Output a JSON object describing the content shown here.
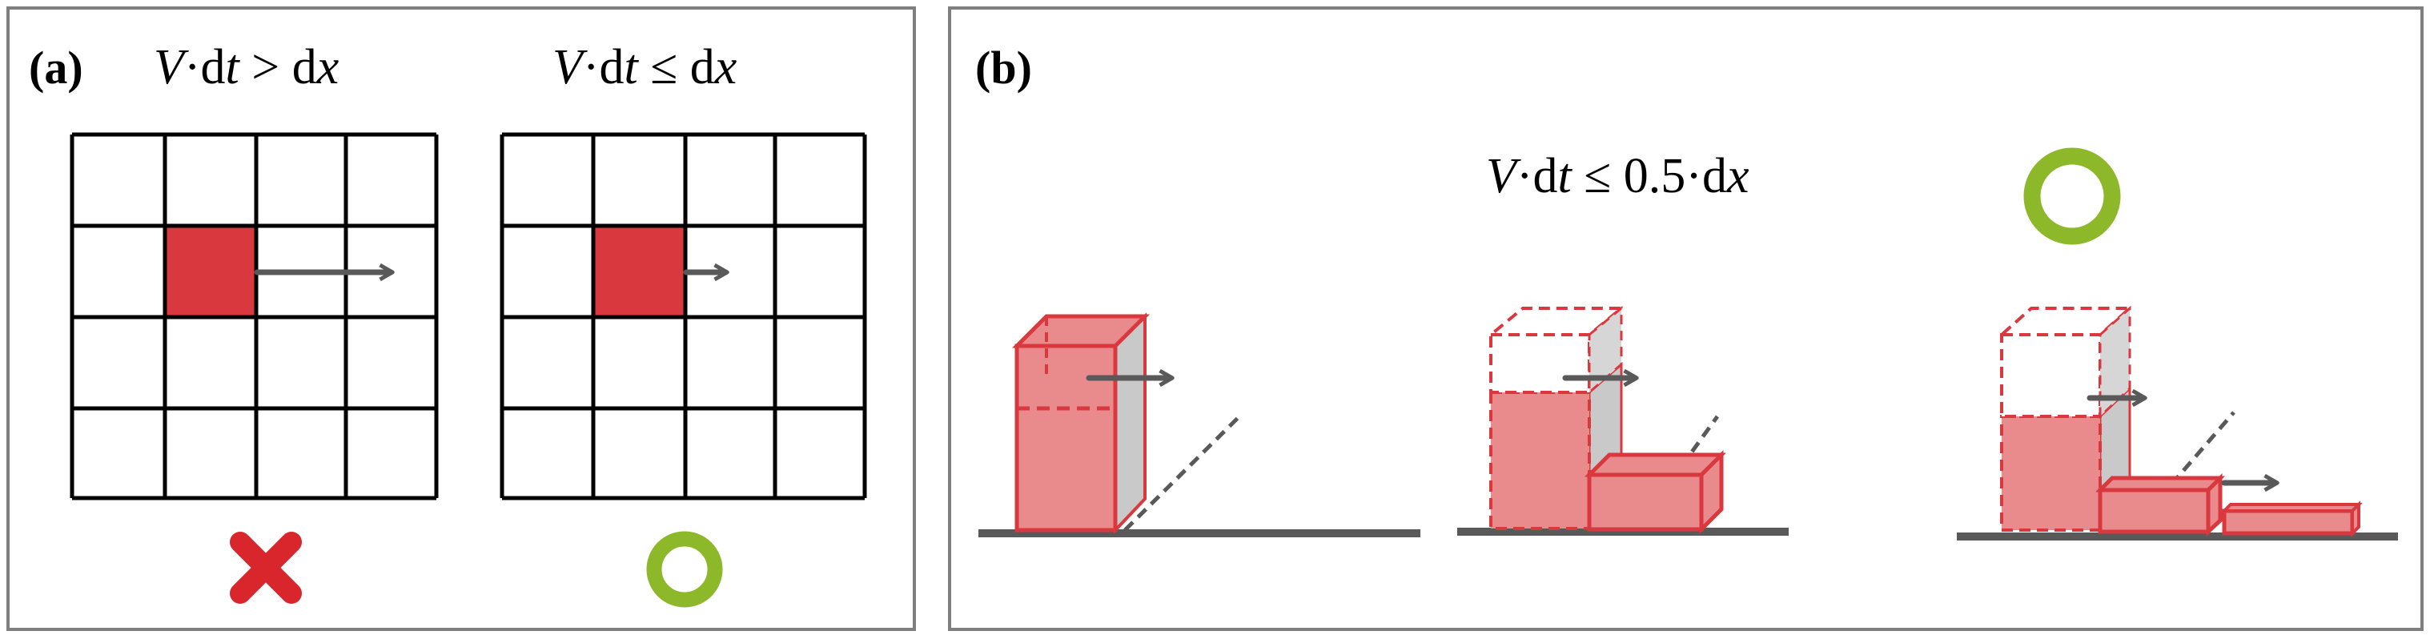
{
  "panel_a": {
    "label": "(a)",
    "left": {
      "condition_parts": [
        "V",
        "·d",
        "t",
        " > d",
        "x"
      ],
      "verdict": "cross-icon"
    },
    "right": {
      "condition_parts": [
        "V",
        "·d",
        "t",
        " ≤ d",
        "x"
      ],
      "verdict": "circle-icon"
    }
  },
  "panel_b": {
    "label": "(b)",
    "condition_parts": [
      "V",
      "·d",
      "t",
      " ≤ 0.5·d",
      "x"
    ],
    "verdict": "circle-icon"
  },
  "colors": {
    "cell_fill": "#d9393e",
    "block_fill": "#e98a8d",
    "block_edge": "#d9393e",
    "arrow": "#595959",
    "cross": "#d9262c",
    "circle": "#8cb82a",
    "frame": "#7f7f7f"
  }
}
